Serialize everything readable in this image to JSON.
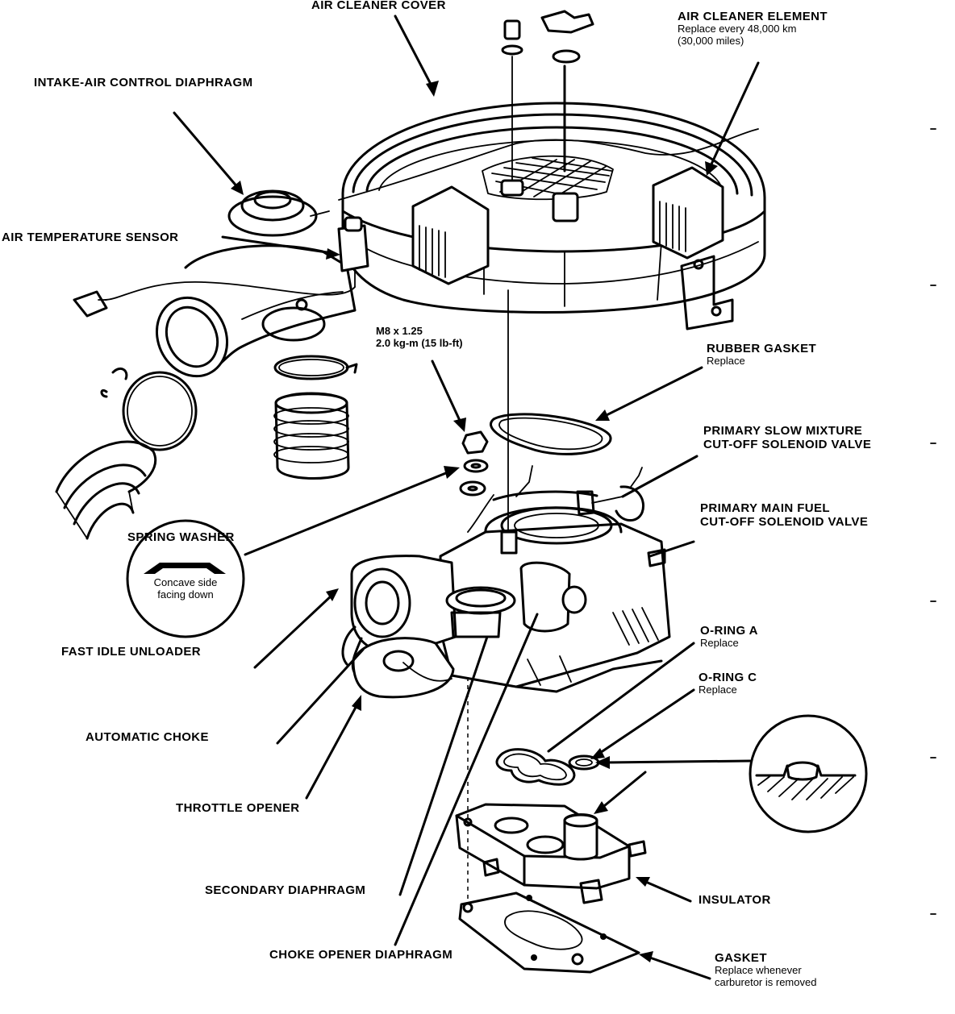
{
  "labels": {
    "air_cleaner_cover": "AIR CLEANER COVER",
    "air_cleaner_element": {
      "title": "AIR CLEANER ELEMENT",
      "note1": "Replace every 48,000 km",
      "note2": "(30,000 miles)"
    },
    "intake_air_control_diaphragm": "INTAKE-AIR CONTROL DIAPHRAGM",
    "air_temperature_sensor": "AIR TEMPERATURE SENSOR",
    "bolt_spec": {
      "line1": "M8 x 1.25",
      "line2": "2.0 kg-m (15 lb-ft)"
    },
    "rubber_gasket": {
      "title": "RUBBER GASKET",
      "note": "Replace"
    },
    "primary_slow_mixture": {
      "line1": "PRIMARY SLOW MIXTURE",
      "line2": "CUT-OFF SOLENOID VALVE"
    },
    "primary_main_fuel": {
      "line1": "PRIMARY MAIN FUEL",
      "line2": "CUT-OFF SOLENOID VALVE"
    },
    "spring_washer": {
      "title": "SPRING WASHER",
      "note1": "Concave side",
      "note2": "facing down"
    },
    "fast_idle_unloader": "FAST IDLE UNLOADER",
    "o_ring_a": {
      "title": "O-RING A",
      "note": "Replace"
    },
    "o_ring_c": {
      "title": "O-RING C",
      "note": "Replace"
    },
    "automatic_choke": "AUTOMATIC CHOKE",
    "throttle_opener": "THROTTLE OPENER",
    "secondary_diaphragm": "SECONDARY DIAPHRAGM",
    "insulator": "INSULATOR",
    "choke_opener_diaphragm": "CHOKE OPENER DIAPHRAGM",
    "gasket": {
      "title": "GASKET",
      "note1": "Replace whenever",
      "note2": "carburetor is removed"
    }
  },
  "colors": {
    "ink": "#000000",
    "paper": "#ffffff"
  }
}
